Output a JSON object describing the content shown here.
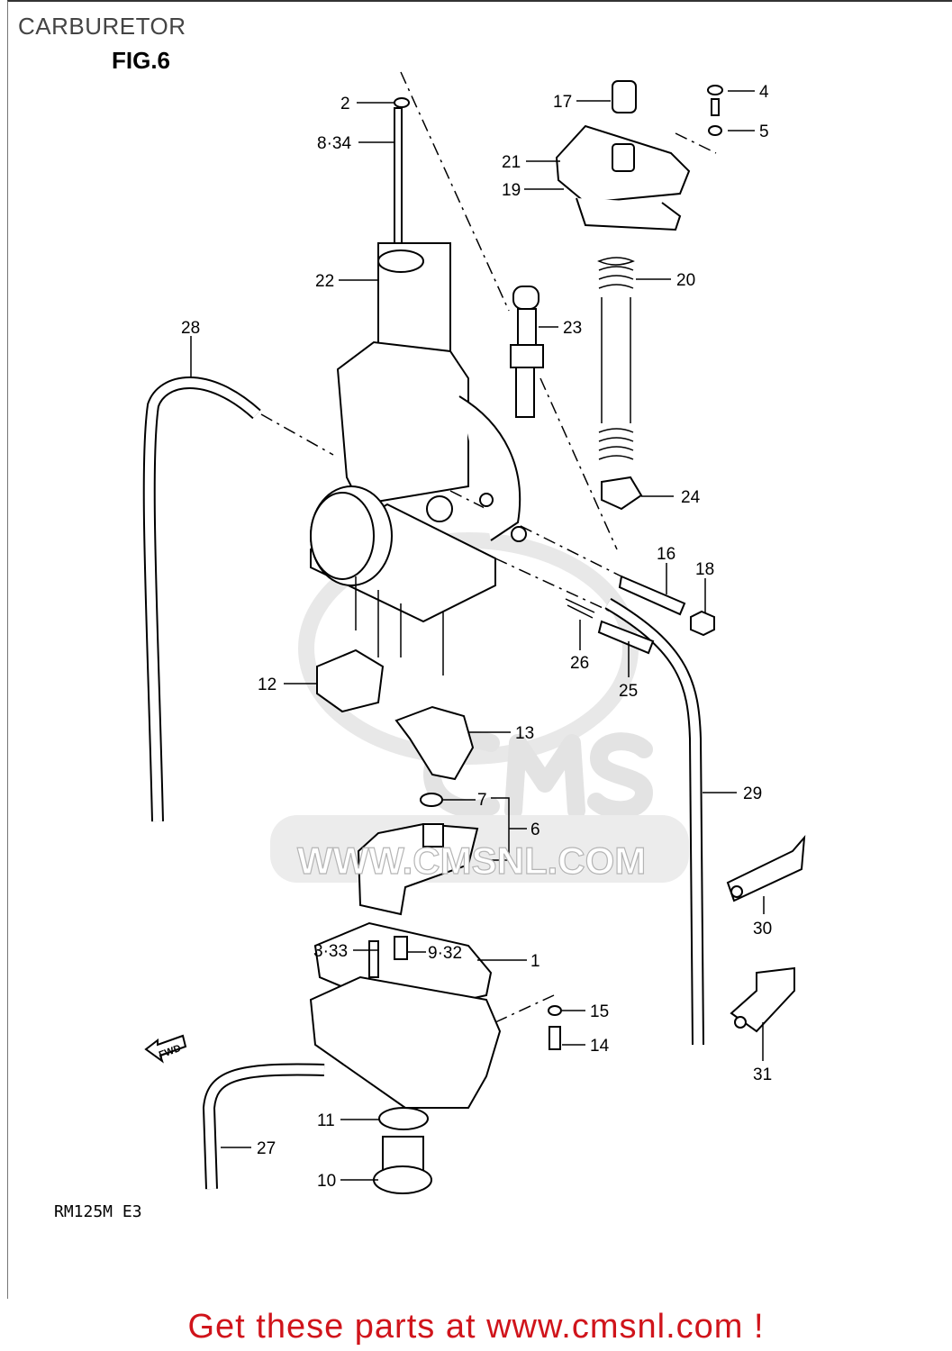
{
  "header": {
    "title": "CARBURETOR",
    "figure": "FIG.6"
  },
  "model_code": "RM125M E3",
  "fwd_label": "FWD",
  "watermark": {
    "logo": "CMS",
    "url": "WWW.CMSNL.COM"
  },
  "footer": "Get these parts at www.cmsnl.com !",
  "callouts": [
    "2",
    "8·34",
    "17",
    "4",
    "5",
    "21",
    "19",
    "20",
    "22",
    "23",
    "28",
    "24",
    "16",
    "18",
    "26",
    "25",
    "12",
    "13",
    "29",
    "7",
    "6",
    "30",
    "3·33",
    "9·32",
    "1",
    "15",
    "14",
    "31",
    "11",
    "27",
    "10"
  ]
}
